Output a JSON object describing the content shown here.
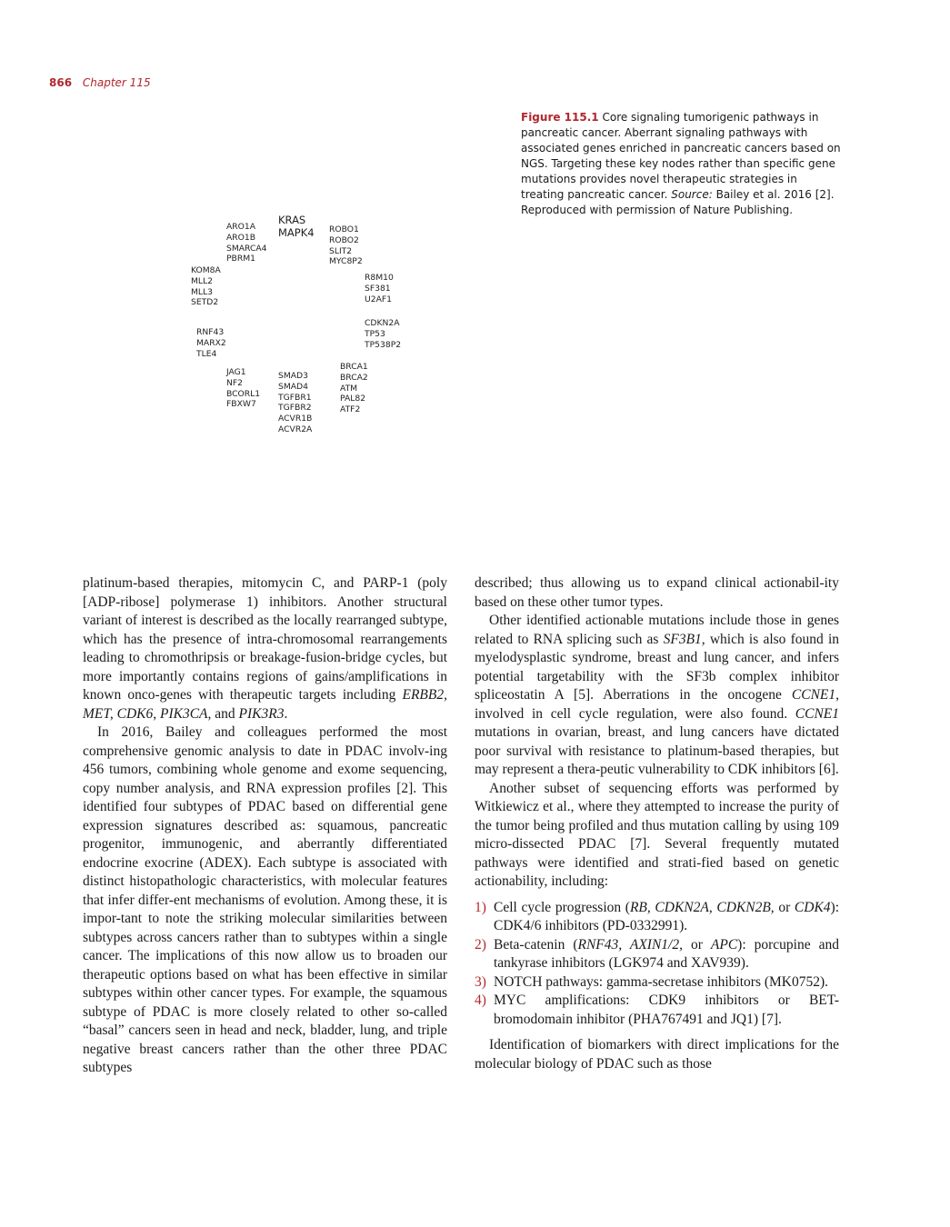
{
  "header": {
    "page_number": "866",
    "chapter": "Chapter 115"
  },
  "figure": {
    "label": "Figure 115.1",
    "caption_text": "Core signaling tumorigenic pathways in pancreatic cancer. Aberrant signaling pathways with associated genes enriched in pancreatic cancers based on NGS. Targeting these key nodes rather than specific gene mutations provides novel therapeutic strategies in treating pancreatic cancer.",
    "source_label": "Source:",
    "source_text": "Bailey et al. 2016 [2]. Reproduced with permission of Nature Publishing.",
    "gene_groups": [
      {
        "genes": "KRAS\nMAPK4"
      },
      {
        "genes": "ARO1A\nARO1B\nSMARCA4\nPBRM1"
      },
      {
        "genes": "ROBO1\nROBO2\nSLIT2\nMYC8P2"
      },
      {
        "genes": "KOM8A\nMLL2\nMLL3\nSETD2"
      },
      {
        "genes": "R8M10\nSF381\nU2AF1"
      },
      {
        "genes": "CDKN2A\nTP53\nTP538P2"
      },
      {
        "genes": "RNF43\nMARX2\nTLE4"
      },
      {
        "genes": "JAG1\nNF2\nBCORL1\nFBXW7"
      },
      {
        "genes": "SMAD3\nSMAD4\nTGFBR1\nTGFBR2\nACVR1B\nACVR2A"
      },
      {
        "genes": "BRCA1\nBRCA2\nATM\nPAL82\nATF2"
      }
    ]
  },
  "body": {
    "left": {
      "p1": "platinum-based therapies, mitomycin C, and PARP-1 (poly [ADP-ribose] polymerase 1) inhibitors. Another structural variant of interest is described as the locally rearranged subtype, which has the presence of intra-chromosomal rearrangements leading to chromothripsis or breakage-fusion-bridge cycles, but more importantly contains regions of gains/amplifications in known onco-genes with therapeutic targets including",
      "p1_g1": "ERBB2, MET, CDK6, PIK3CA,",
      "p1_and": " and ",
      "p1_g2": "PIK3R3",
      "p1_end": ".",
      "p2": "In 2016, Bailey and colleagues performed the most comprehensive genomic analysis to date in PDAC involv-ing 456 tumors, combining whole genome and exome sequencing, copy number analysis, and RNA expression profiles [2]. This identified four subtypes of PDAC based on differential gene expression signatures described as: squamous, pancreatic progenitor, immunogenic, and aberrantly differentiated endocrine exocrine (ADEX). Each subtype is associated with distinct histopathologic characteristics, with molecular features that infer differ-ent mechanisms of evolution. Among these, it is impor-tant to note the striking molecular similarities between subtypes across cancers rather than to subtypes within a single cancer. The implications of this now allow us to broaden our therapeutic options based on what has been effective in similar subtypes within other cancer types. For example, the squamous subtype of PDAC is more closely related to other so-called “basal” cancers seen in head and neck, bladder, lung, and triple negative breast cancers rather than the other three PDAC subtypes"
    },
    "right": {
      "p1": "described; thus allowing us to expand clinical actionabil-ity based on these other tumor types.",
      "p2_a": "Other identified actionable mutations include those in genes related to RNA splicing such as ",
      "p2_g1": "SF3B1",
      "p2_b": ", which is also found in myelodysplastic syndrome, breast and lung cancer, and infers potential targetability with the SF3b complex inhibitor spliceostatin A [5]. Aberrations in the oncogene ",
      "p2_g2": "CCNE1",
      "p2_c": ", involved in cell cycle regulation, were also found. ",
      "p2_g3": "CCNE1",
      "p2_d": " mutations in ovarian, breast, and lung cancers have dictated poor survival with resistance to platinum-based therapies, but may represent a thera-peutic vulnerability to CDK inhibitors [6].",
      "p3": "Another subset of sequencing efforts was performed by Witkiewicz et al., where they attempted to increase the purity of the tumor being profiled and thus mutation calling by using 109 micro-dissected PDAC [7]. Several frequently mutated pathways were identified and strati-fied based on genetic actionability, including:",
      "list": [
        {
          "num": "1)",
          "a": "Cell cycle progression (",
          "genes": "RB, CDKN2A, CDKN2B,",
          "b": " or ",
          "genes2": "CDK4",
          "c": "): CDK4/6 inhibitors (PD-0332991)."
        },
        {
          "num": "2)",
          "a": "Beta-catenin (",
          "genes": "RNF43, AXIN1/2,",
          "b": " or ",
          "genes2": "APC",
          "c": "): porcupine and tankyrase inhibitors (LGK974 and XAV939)."
        },
        {
          "num": "3)",
          "a": "NOTCH pathways: gamma-secretase inhibitors (MK0752).",
          "genes": "",
          "b": "",
          "genes2": "",
          "c": ""
        },
        {
          "num": "4)",
          "a": "MYC amplifications: CDK9 inhibitors or BET-bromodomain inhibitor (PHA767491 and JQ1) [7].",
          "genes": "",
          "b": "",
          "genes2": "",
          "c": ""
        }
      ],
      "p4": "Identification of biomarkers with direct implications for the molecular biology of PDAC such as those"
    }
  }
}
